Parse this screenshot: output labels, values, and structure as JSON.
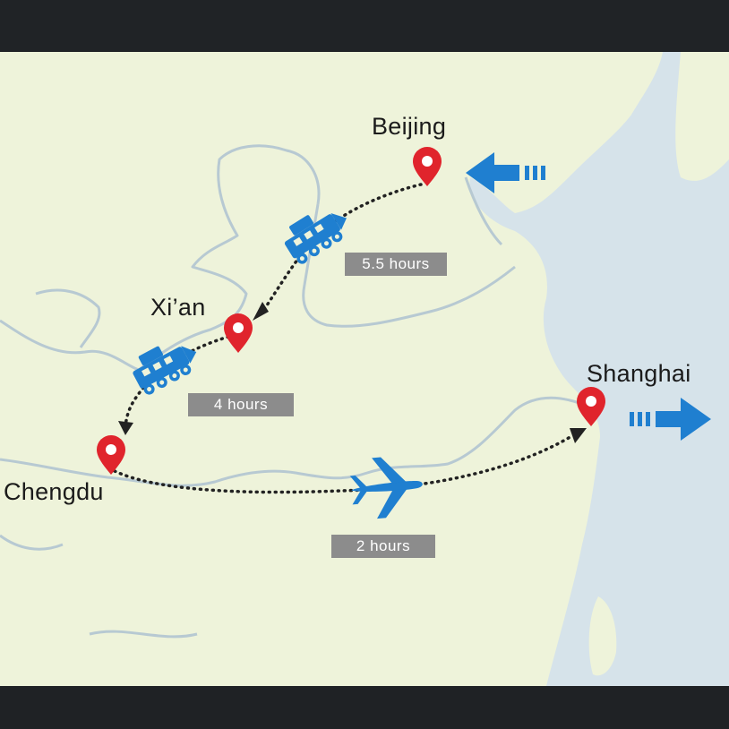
{
  "cities": {
    "beijing": "Beijing",
    "xian": "Xi’an",
    "chengdu": "Chengdu",
    "shanghai": "Shanghai"
  },
  "durations": {
    "beijing_xian": "5.5 hours",
    "xian_chengdu": "4 hours",
    "chengdu_shanghai": "2 hours"
  },
  "legs": [
    {
      "from": "Beijing",
      "to": "Xi’an",
      "mode": "train-icon",
      "duration": "5.5 hours"
    },
    {
      "from": "Xi’an",
      "to": "Chengdu",
      "mode": "train-icon",
      "duration": "4 hours"
    },
    {
      "from": "Chengdu",
      "to": "Shanghai",
      "mode": "airplane-icon",
      "duration": "2 hours"
    }
  ],
  "colors": {
    "land": "#eef3da",
    "sea": "#d6e3ea",
    "border": "#b7c9d2",
    "pin": "#e0242c",
    "route_icon": "#1f7fd0",
    "label_bg": "#8c8c8c"
  }
}
